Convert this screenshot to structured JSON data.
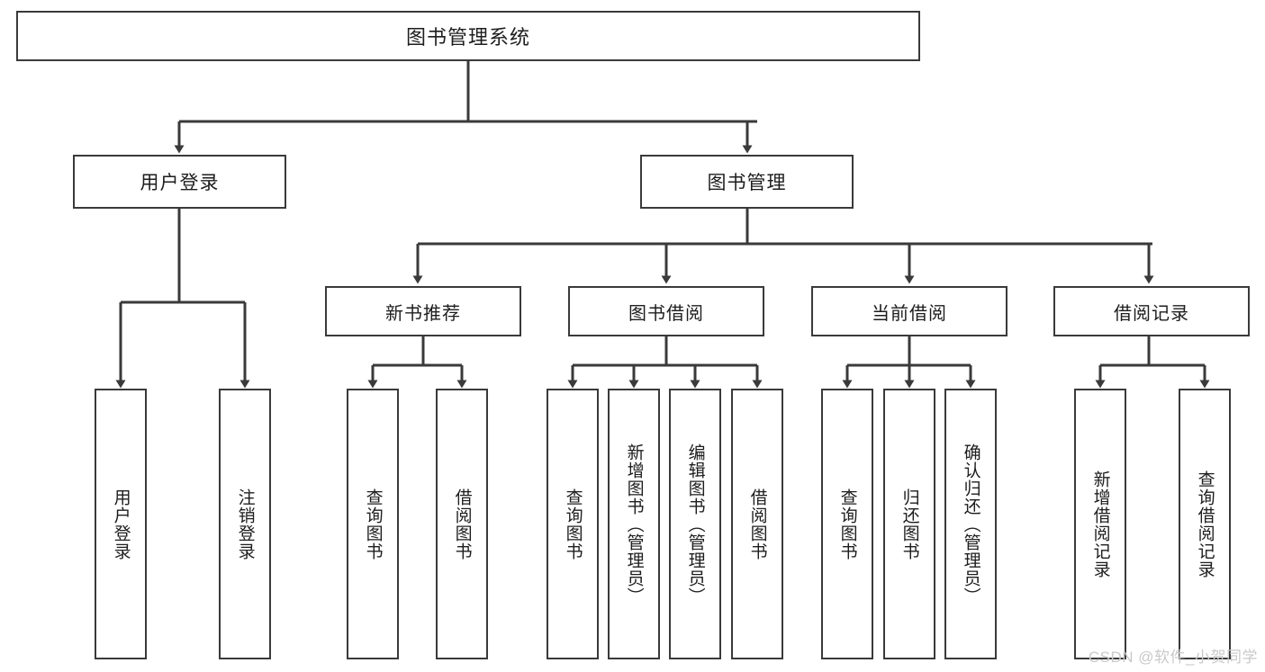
{
  "diagram": {
    "title": "图书管理系统",
    "type": "tree",
    "watermark": "CSDN @软件_小贺同学",
    "colors": {
      "stroke": "#3a3a3a",
      "box_fill": "#ffffff",
      "text": "#1d1d1d",
      "watermark": "#c9c9c9",
      "background": "#ffffff"
    },
    "root": {
      "label": "图书管理系统"
    },
    "level2": [
      {
        "label": "用户登录"
      },
      {
        "label": "图书管理"
      }
    ],
    "level3": [
      {
        "label": "新书推荐"
      },
      {
        "label": "图书借阅"
      },
      {
        "label": "当前借阅"
      },
      {
        "label": "借阅记录"
      }
    ],
    "leaves": {
      "user_login": [
        {
          "label": "用户登录"
        },
        {
          "label": "注销登录"
        }
      ],
      "new_book_recommend": [
        {
          "label": "查询图书"
        },
        {
          "label": "借阅图书"
        }
      ],
      "book_borrow": [
        {
          "label": "查询图书"
        },
        {
          "label": "新增图书（管理员）"
        },
        {
          "label": "编辑图书（管理员）"
        },
        {
          "label": "借阅图书"
        }
      ],
      "current_borrow": [
        {
          "label": "查询图书"
        },
        {
          "label": "归还图书"
        },
        {
          "label": "确认归还（管理员）"
        }
      ],
      "borrow_record": [
        {
          "label": "新增借阅记录"
        },
        {
          "label": "查询借阅记录"
        }
      ]
    }
  }
}
